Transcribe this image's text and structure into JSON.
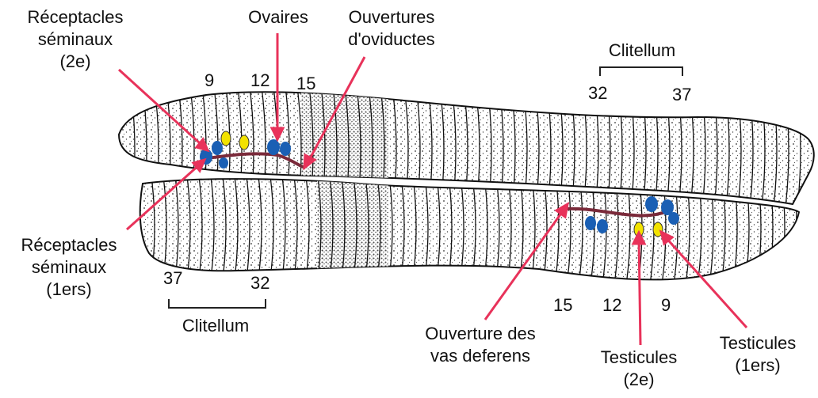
{
  "labels": {
    "receptacles_2e": [
      "Réceptacles",
      "séminaux",
      "(2e)"
    ],
    "ovaires": "Ovaires",
    "ouvertures_oviductes": [
      "Ouvertures",
      "d'oviductes"
    ],
    "receptacles_1ers": [
      "Réceptacles",
      "séminaux",
      "(1ers)"
    ],
    "clitellum_upper": "Clitellum",
    "clitellum_lower": "Clitellum",
    "ouverture_vas": [
      "Ouverture des",
      "vas deferens"
    ],
    "testicules_2e": [
      "Testicules",
      "(2e)"
    ],
    "testicules_1ers": [
      "Testicules",
      "(1ers)"
    ]
  },
  "segment_numbers": {
    "upper_left": [
      "9",
      "12",
      "15"
    ],
    "upper_right": [
      "32",
      "37"
    ],
    "lower_left": [
      "37",
      "32"
    ],
    "lower_right": [
      "15",
      "12",
      "9"
    ]
  },
  "colors": {
    "arrow": "#e8325a",
    "receptacle": "#1a5fb4",
    "ovary_testis": "#f2e200",
    "duct": "#7a2a3a"
  }
}
